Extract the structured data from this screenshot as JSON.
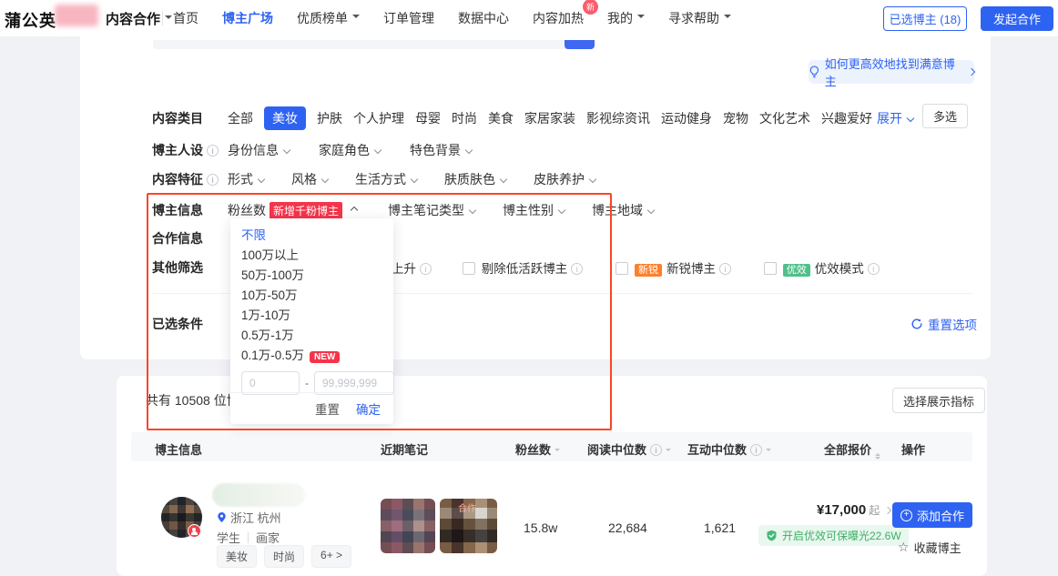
{
  "icons": {
    "info": "i",
    "plus": "+",
    "star": "☆"
  },
  "navbar": {
    "logo": "蒲公英",
    "product": "内容合作",
    "items": [
      {
        "label": "首页"
      },
      {
        "label": "博主广场"
      },
      {
        "label": "优质榜单"
      },
      {
        "label": "订单管理"
      },
      {
        "label": "数据中心"
      },
      {
        "label": "内容加热",
        "badge": "新"
      },
      {
        "label": "我的"
      },
      {
        "label": "寻求帮助"
      }
    ],
    "selected_bloggers_button": "已选博主 (18)",
    "start_cooperation_button": "发起合作"
  },
  "help_link": {
    "label": "如何更高效地找到满意博主"
  },
  "filters": {
    "category": {
      "label": "内容类目",
      "options": [
        "全部",
        "美妆",
        "护肤",
        "个人护理",
        "母婴",
        "时尚",
        "美食",
        "家居家装",
        "影视综资讯",
        "运动健身",
        "宠物",
        "文化艺术",
        "兴趣爱好"
      ],
      "selected": "美妆",
      "expand_label": "展开",
      "multi_select_label": "多选"
    },
    "persona": {
      "label": "博主人设",
      "options": [
        "身份信息",
        "家庭角色",
        "特色背景"
      ]
    },
    "content_feature": {
      "label": "内容特征",
      "options": [
        "形式",
        "风格",
        "生活方式",
        "肤质肤色",
        "皮肤养护"
      ]
    },
    "blogger_info": {
      "label": "博主信息",
      "fans_label": "粉丝数",
      "fans_badge": "新增千粉博主",
      "note_type_label": "博主笔记类型",
      "gender_label": "博主性别",
      "region_label": "博主地域"
    },
    "cooperation_label": "合作信息",
    "other": {
      "label": "其他筛选",
      "rising_fragment": "上升",
      "checkbox1": "剔除低活跃博主",
      "checkbox2_badge": "新锐",
      "checkbox2": "新锐博主",
      "checkbox3_badge": "优效",
      "checkbox3": "优效模式"
    },
    "selected_conditions": {
      "label": "已选条件",
      "reset_label": "重置选项"
    }
  },
  "fans_dropdown": {
    "options": [
      "不限",
      "100万以上",
      "50万-100万",
      "10万-50万",
      "1万-10万",
      "0.5万-1万",
      "0.1万-0.5万"
    ],
    "selected": "不限",
    "new_badge": "NEW",
    "min_placeholder": "0",
    "max_placeholder": "99,999,999",
    "dash": "-",
    "reset_label": "重置",
    "confirm_label": "确定"
  },
  "results": {
    "count_text": "共有 10508 位博主",
    "metrics_button": "选择展示指标",
    "table_headers": [
      "博主信息",
      "近期笔记",
      "粉丝数",
      "阅读中位数",
      "互动中位数",
      "全部报价",
      "操作"
    ],
    "row": {
      "location": "浙江 杭州",
      "identity": [
        "学生",
        "画家"
      ],
      "tags": [
        "美妆",
        "时尚",
        "6+ >"
      ],
      "note_coop_label": "合作",
      "fans": "15.8w",
      "read_median": "22,684",
      "interact_median": "1,621",
      "price": "¥17,000",
      "price_suffix": "起",
      "effect_note": "开启优效可保曝光22.6W",
      "add_button": "添加合作",
      "favorite_button": "收藏博主"
    }
  },
  "accent_colors": {
    "primary_blue": "#2e63f2",
    "badge_red": "#f5344a",
    "badge_orange": "#ff7f2b",
    "badge_green": "#4fc08a",
    "annotation_red": "#fa4526"
  }
}
